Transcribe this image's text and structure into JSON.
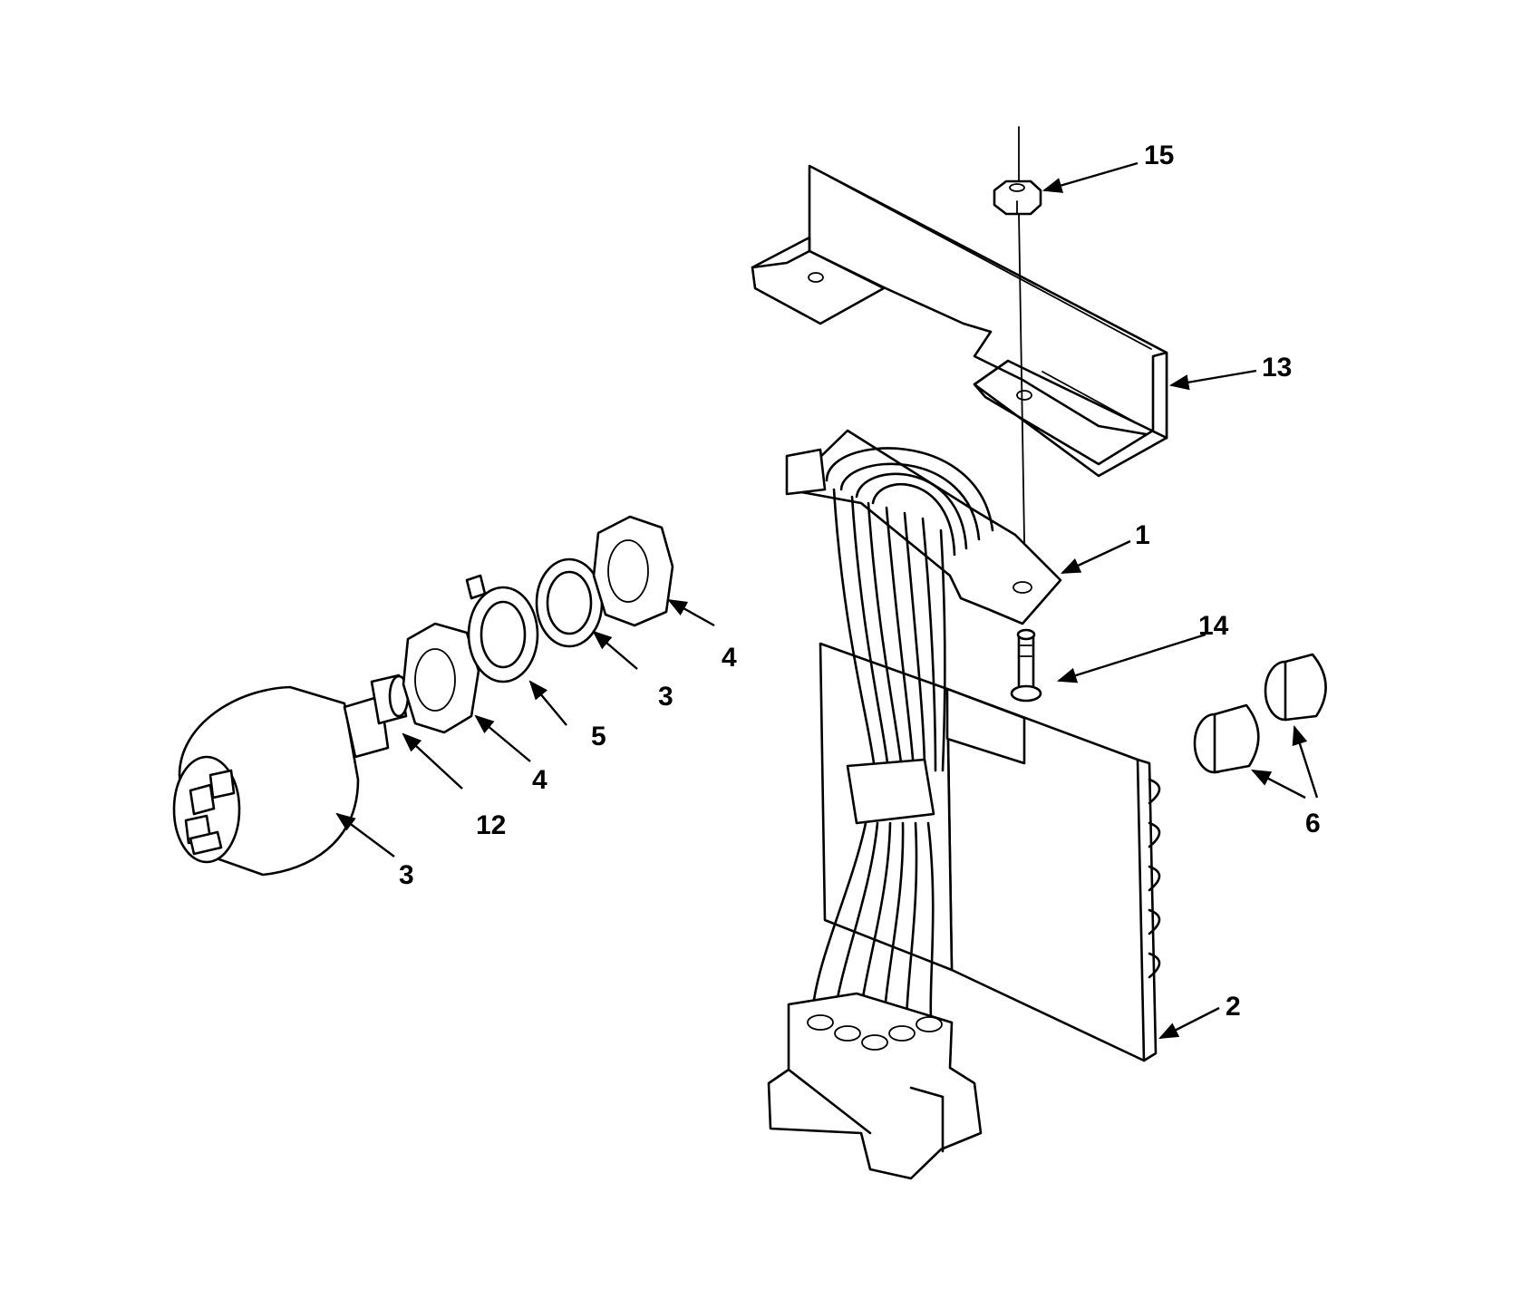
{
  "callouts": [
    {
      "id": "c15",
      "label": "15"
    },
    {
      "id": "c13",
      "label": "13"
    },
    {
      "id": "c1",
      "label": "1"
    },
    {
      "id": "c14",
      "label": "14"
    },
    {
      "id": "c4a",
      "label": "4"
    },
    {
      "id": "c3a",
      "label": "3"
    },
    {
      "id": "c5",
      "label": "5"
    },
    {
      "id": "c4b",
      "label": "4"
    },
    {
      "id": "c12",
      "label": "12"
    },
    {
      "id": "c3b",
      "label": "3"
    },
    {
      "id": "c6",
      "label": "6"
    },
    {
      "id": "c2",
      "label": "2"
    }
  ]
}
